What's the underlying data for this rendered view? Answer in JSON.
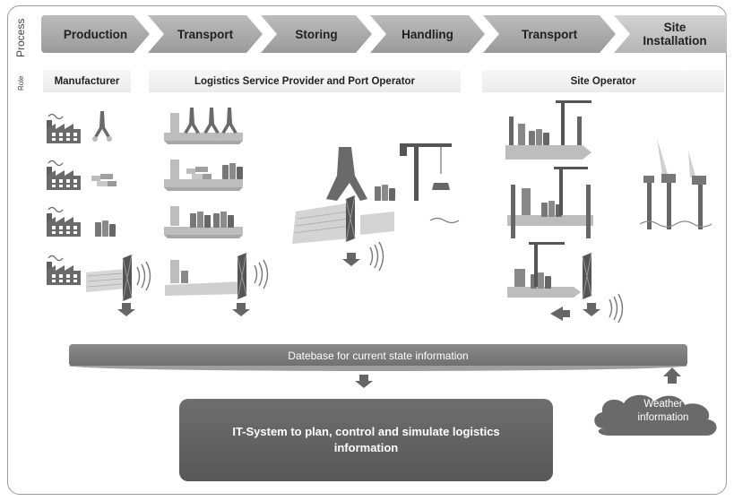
{
  "axis_labels": {
    "process": "Process",
    "role": "Role"
  },
  "process_steps": [
    "Production",
    "Transport",
    "Storing",
    "Handling",
    "Transport",
    "Site\nInstallation"
  ],
  "roles": {
    "manufacturer": "Manufacturer",
    "logistics": "Logistics Service Provider and Port Operator",
    "site_operator": "Site Operator"
  },
  "database": "Datebase for current state information",
  "it_system": {
    "line1": "IT-System to plan, control and simulate logistics",
    "line2": "information"
  },
  "weather": {
    "line1": "Weather",
    "line2": "information"
  },
  "colors": {
    "chevron": "#a9a9a9",
    "database": "#7a7a7a",
    "it_box": "#636363",
    "icon_dark": "#6a6a6a",
    "icon_light": "#c9c9c9"
  }
}
